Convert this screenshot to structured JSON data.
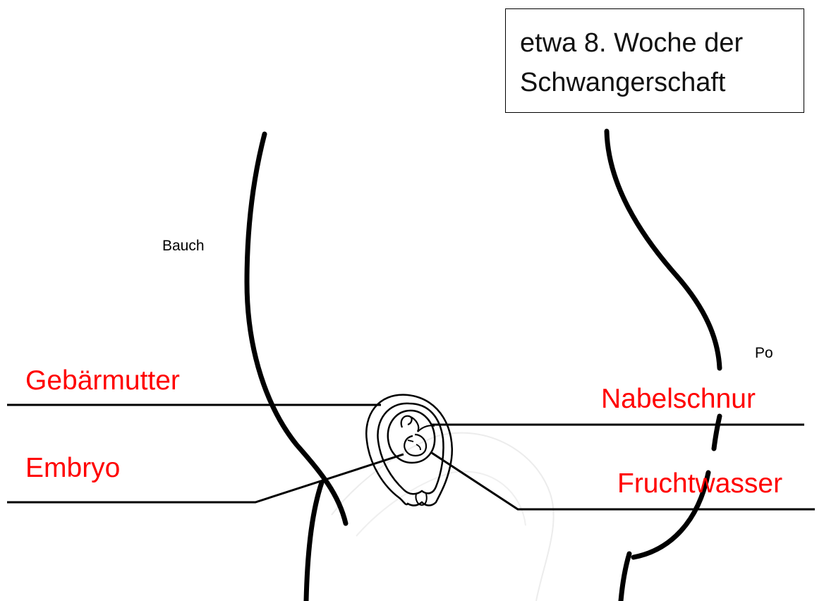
{
  "title": {
    "line1": "etwa 8. Woche der",
    "line2": "Schwangerschaft"
  },
  "body_labels": {
    "belly": "Bauch",
    "bottom": "Po"
  },
  "parts": {
    "uterus": "Gebärmutter",
    "embryo": "Embryo",
    "umbilical_cord": "Nabelschnur",
    "amniotic_fluid": "Fruchtwasser"
  },
  "colors": {
    "label_red": "#ff0000",
    "outline": "#000000"
  }
}
